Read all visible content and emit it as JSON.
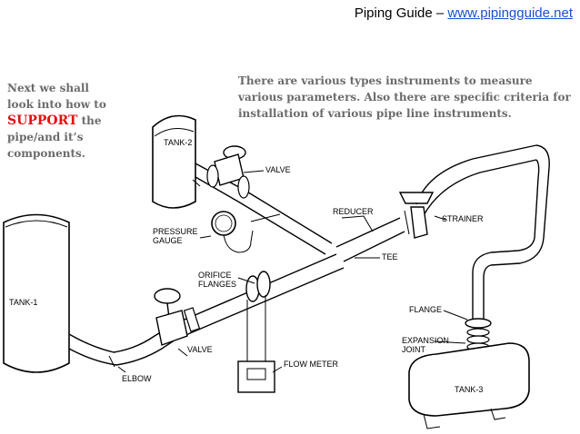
{
  "header": {
    "prefix": "Piping Guide – ",
    "link": "www.pipingguide.net"
  },
  "intro": {
    "before": "Next we shall look into how to",
    "highlight": "SUPPORT",
    "after": " the pipe/and it’s components."
  },
  "description": "There are various types instruments to measure various parameters. Also there are specific criteria for installation of various pipe line instruments.",
  "labels": {
    "tank2": "TANK-2",
    "valve_top": "VALVE",
    "reducer": "REDUCER",
    "strainer": "STRAINER",
    "pressure_gauge_1": "PRESSURE",
    "pressure_gauge_2": "GAUGE",
    "tee": "TEE",
    "orifice_1": "ORIFICE",
    "orifice_2": "FLANGES",
    "tank1": "TANK-1",
    "flange": "FLANGE",
    "expansion_1": "EXPANSION",
    "expansion_2": "JOINT",
    "valve_bottom": "VALVE",
    "flow_meter": "FLOW METER",
    "elbow": "ELBOW",
    "tank3": "TANK-3"
  },
  "colors": {
    "link": "#1a4fd6",
    "highlight": "#e01010",
    "body_text": "#6b6b6b"
  }
}
